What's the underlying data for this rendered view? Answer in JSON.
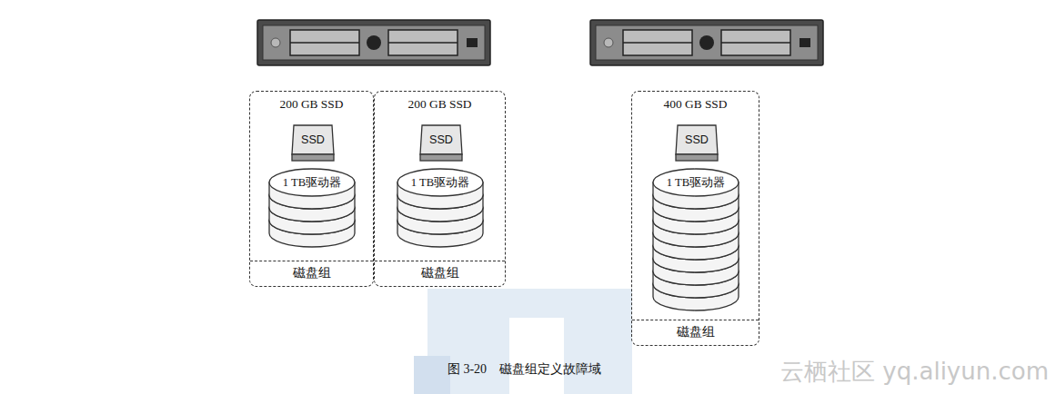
{
  "diagram": {
    "caption": "图 3-20　磁盘组定义故障域",
    "nodes": [
      {
        "text": [
          "200 GB SSD",
          "磁盘组"
        ]
      },
      {
        "text": [
          "SSD"
        ],
        "in": 0
      },
      {
        "text": [
          "1 TB驱动器"
        ],
        "in": 0
      },
      {
        "text": [
          "200 GB SSD",
          "磁盘组"
        ]
      },
      {
        "text": [
          "SSD"
        ],
        "in": 3
      },
      {
        "text": [
          "1 TB驱动器"
        ],
        "in": 3
      },
      {
        "text": [
          "400 GB SSD",
          "磁盘组"
        ]
      },
      {
        "text": [
          "SSD"
        ],
        "in": 6
      },
      {
        "text": [
          "1 TB驱动器"
        ],
        "in": 6
      }
    ],
    "labels": [
      "云栖社区 yq.aliyun.com"
    ]
  }
}
